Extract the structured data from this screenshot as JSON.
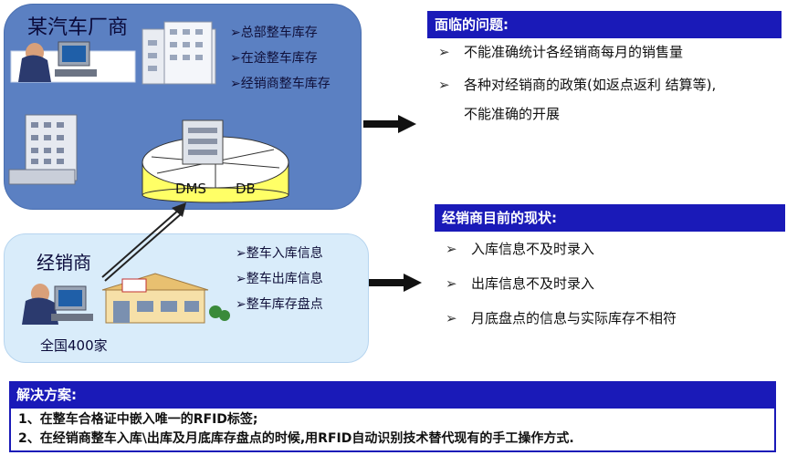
{
  "oem": {
    "title": "某汽车厂商",
    "items": [
      "总部整车库存",
      "在途整车库存",
      "经销商整车库存"
    ],
    "db_labels": [
      "DMS",
      "DB"
    ]
  },
  "dealer": {
    "title": "经销商",
    "count": "全国400家",
    "items": [
      "整车入库信息",
      "整车出库信息",
      "整车库存盘点"
    ]
  },
  "issues": {
    "heading": "面临的问题:",
    "items": [
      "不能准确统计各经销商每月的销售量",
      "各种对经销商的政策(如返点返利 结算等),",
      "不能准确的开展"
    ]
  },
  "status": {
    "heading": "经销商目前的现状:",
    "items": [
      "入库信息不及时录入",
      "出库信息不及时录入",
      "月底盘点的信息与实际库存不相符"
    ]
  },
  "solution": {
    "heading": "解决方案:",
    "lines": [
      "1、在整车合格证中嵌入唯一的RFID标签;",
      "2、在经销商整车入库\\出库及月底库存盘点的时候,用RFID自动识别技术替代现有的手工操作方式."
    ]
  },
  "bullet_marker": "➢",
  "colors": {
    "accent": "#1a1ab8",
    "oem_panel": "#5b80c2",
    "dealer_panel": "#d9ecfa",
    "db_yellow": "#ffff66"
  }
}
